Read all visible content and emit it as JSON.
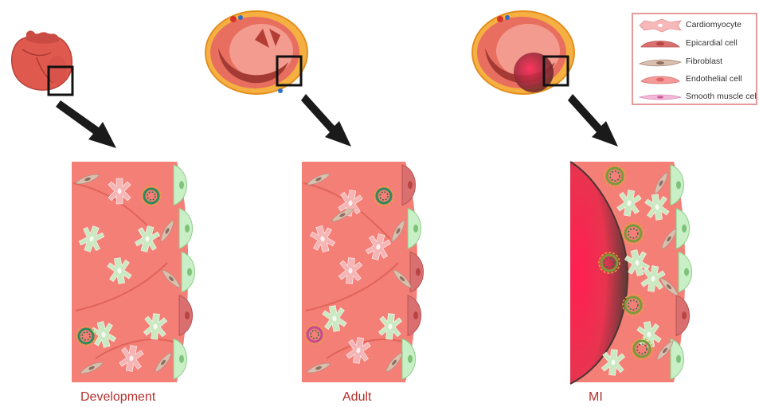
{
  "panels": [
    {
      "label": "Development"
    },
    {
      "label": "Adult"
    },
    {
      "label": "MI"
    }
  ],
  "legend": {
    "items": [
      {
        "label": "Cardiomyocyte",
        "icon": "cardiomyocyte-icon",
        "color": "#f6b8b8"
      },
      {
        "label": "Epicardial cell",
        "icon": "epicardial-cell-icon",
        "color": "#d9706f"
      },
      {
        "label": "Fibroblast",
        "icon": "fibroblast-icon",
        "color": "#d9bfae"
      },
      {
        "label": "Endothelial cell",
        "icon": "endothelial-cell-icon",
        "color": "#f59a9a"
      },
      {
        "label": "Smooth muscle cell",
        "icon": "smooth-muscle-cell-icon",
        "color": "#f2b8d8"
      }
    ]
  },
  "colors": {
    "tissue": "#f47f76",
    "label_text": "#b3302b",
    "epicardium_light": "#c8efc6",
    "arrow": "#1a1a1a"
  }
}
